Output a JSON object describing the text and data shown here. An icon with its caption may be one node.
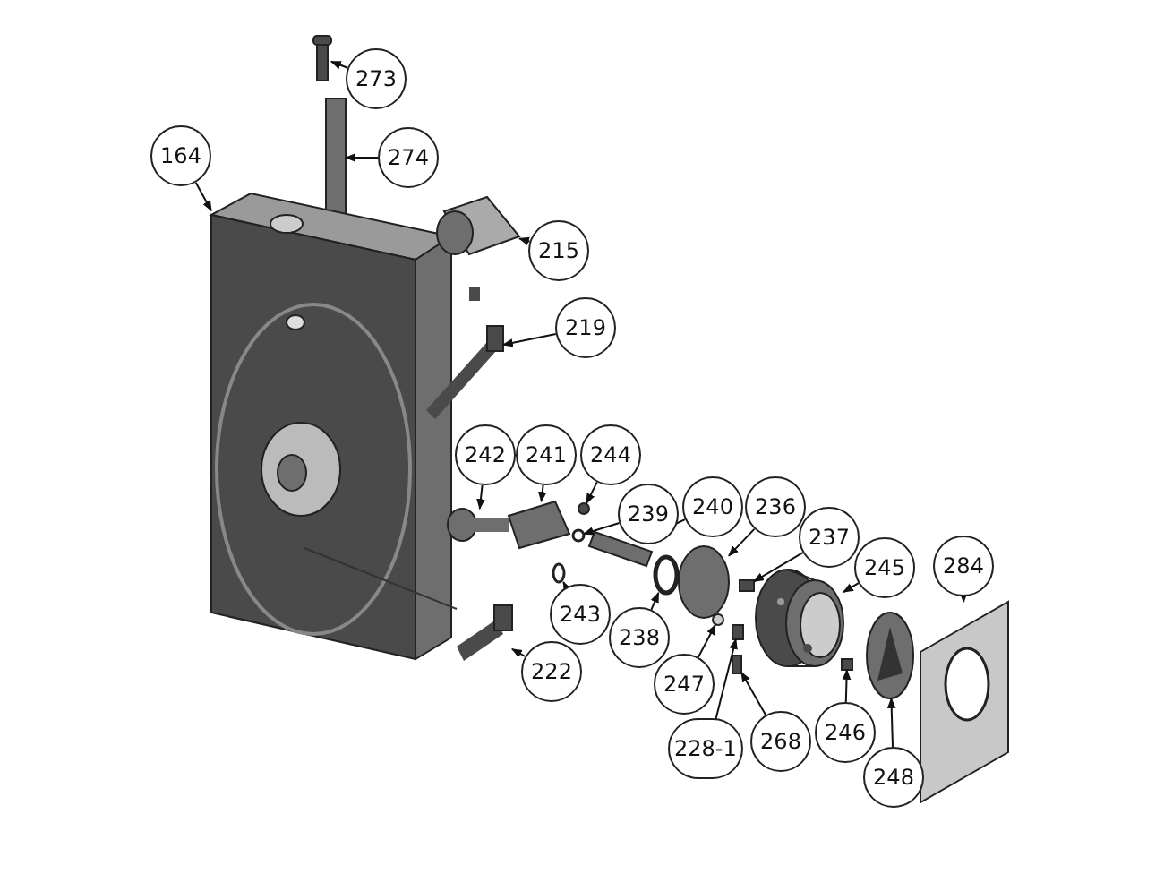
{
  "diagram": {
    "nodes": [
      {
        "text": [
          "273"
        ]
      },
      {
        "text": [
          "274"
        ]
      },
      {
        "text": [
          "164"
        ]
      },
      {
        "text": [
          "215"
        ]
      },
      {
        "text": [
          "219"
        ]
      },
      {
        "text": [
          "242"
        ]
      },
      {
        "text": [
          "241"
        ]
      },
      {
        "text": [
          "244"
        ]
      },
      {
        "text": [
          "239"
        ]
      },
      {
        "text": [
          "240"
        ]
      },
      {
        "text": [
          "236"
        ]
      },
      {
        "text": [
          "237"
        ]
      },
      {
        "text": [
          "245"
        ]
      },
      {
        "text": [
          "284"
        ]
      },
      {
        "text": [
          "243"
        ]
      },
      {
        "text": [
          "238"
        ]
      },
      {
        "text": [
          "222"
        ]
      },
      {
        "text": [
          "247"
        ]
      },
      {
        "text": [
          "228-1"
        ]
      },
      {
        "text": [
          "268"
        ]
      },
      {
        "text": [
          "246"
        ]
      },
      {
        "text": [
          "248"
        ]
      },
      {
        "text": [],
        "shape": "picture"
      },
      {
        "text": [],
        "shape": "picture"
      },
      {
        "text": [],
        "shape": "picture"
      },
      {
        "text": [],
        "shape": "picture"
      },
      {
        "text": [],
        "shape": "picture"
      },
      {
        "text": [],
        "shape": "picture"
      },
      {
        "text": [],
        "shape": "picture"
      },
      {
        "text": [],
        "shape": "circle"
      },
      {
        "text": [],
        "shape": "circle"
      },
      {
        "text": [],
        "shape": "picture"
      },
      {
        "text": [],
        "shape": "circle"
      },
      {
        "text": [],
        "shape": "box"
      },
      {
        "text": [],
        "shape": "picture"
      },
      {
        "text": [],
        "shape": "picture"
      },
      {
        "text": [],
        "shape": "circle"
      },
      {
        "text": [],
        "shape": "circle"
      },
      {
        "text": [],
        "shape": "picture"
      },
      {
        "text": [],
        "shape": "circle"
      },
      {
        "text": [],
        "shape": "box"
      },
      {
        "text": [],
        "shape": "box"
      },
      {
        "text": [],
        "shape": "box"
      },
      {
        "text": [],
        "shape": "picture"
      }
    ],
    "edges": [
      {
        "from": 0,
        "to": 22,
        "arrow": "to"
      },
      {
        "from": 1,
        "to": 23,
        "arrow": "to"
      },
      {
        "from": 2,
        "to": 24,
        "arrow": "to"
      },
      {
        "from": 3,
        "to": 25,
        "arrow": "to"
      },
      {
        "from": 4,
        "to": 26,
        "arrow": "to"
      },
      {
        "from": 5,
        "to": 27,
        "arrow": "to"
      },
      {
        "from": 6,
        "to": 28,
        "arrow": "to"
      },
      {
        "from": 7,
        "to": 29,
        "arrow": "to"
      },
      {
        "from": 8,
        "to": 30,
        "arrow": "to"
      },
      {
        "from": 9,
        "to": 31,
        "arrow": "to"
      },
      {
        "from": 10,
        "to": 32,
        "arrow": "to"
      },
      {
        "from": 11,
        "to": 33,
        "arrow": "to"
      },
      {
        "from": 12,
        "to": 34,
        "arrow": "to"
      },
      {
        "from": 13,
        "to": 35,
        "arrow": "to"
      },
      {
        "from": 14,
        "to": 36,
        "arrow": "to"
      },
      {
        "from": 15,
        "to": 37,
        "arrow": "to"
      },
      {
        "from": 16,
        "to": 38,
        "arrow": "to"
      },
      {
        "from": 17,
        "to": 39,
        "arrow": "to"
      },
      {
        "from": 18,
        "to": 40,
        "arrow": "to"
      },
      {
        "from": 19,
        "to": 41,
        "arrow": "to"
      },
      {
        "from": 20,
        "to": 42,
        "arrow": "to"
      },
      {
        "from": 21,
        "to": 43,
        "arrow": "to"
      }
    ]
  }
}
